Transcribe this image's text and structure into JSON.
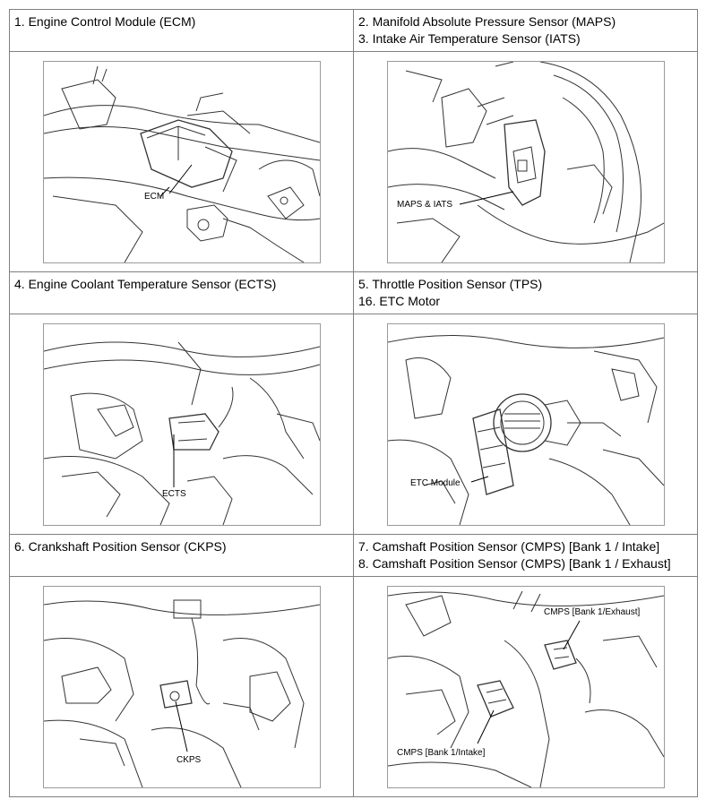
{
  "rows": [
    {
      "left": {
        "lines": [
          "1. Engine Control Module (ECM)"
        ],
        "callout": "ECM"
      },
      "right": {
        "lines": [
          "2. Manifold Absolute Pressure Sensor (MAPS)",
          "3. Intake Air Temperature Sensor (IATS)"
        ],
        "callout": "MAPS & IATS"
      }
    },
    {
      "left": {
        "lines": [
          "4. Engine Coolant Temperature Sensor (ECTS)"
        ],
        "callout": "ECTS"
      },
      "right": {
        "lines": [
          "5. Throttle Position Sensor (TPS)",
          "16. ETC Motor"
        ],
        "callout": "ETC Module"
      }
    },
    {
      "left": {
        "lines": [
          "6. Crankshaft Position Sensor (CKPS)"
        ],
        "callout": "CKPS"
      },
      "right": {
        "lines": [
          "7. Camshaft Position Sensor (CMPS) [Bank 1 / Intake]",
          "8. Camshaft Position Sensor (CMPS) [Bank 1 / Exhaust]"
        ],
        "callout": "CMPS [Bank 1/Intake]",
        "callout2": "CMPS [Bank 1/Exhaust]"
      }
    }
  ]
}
